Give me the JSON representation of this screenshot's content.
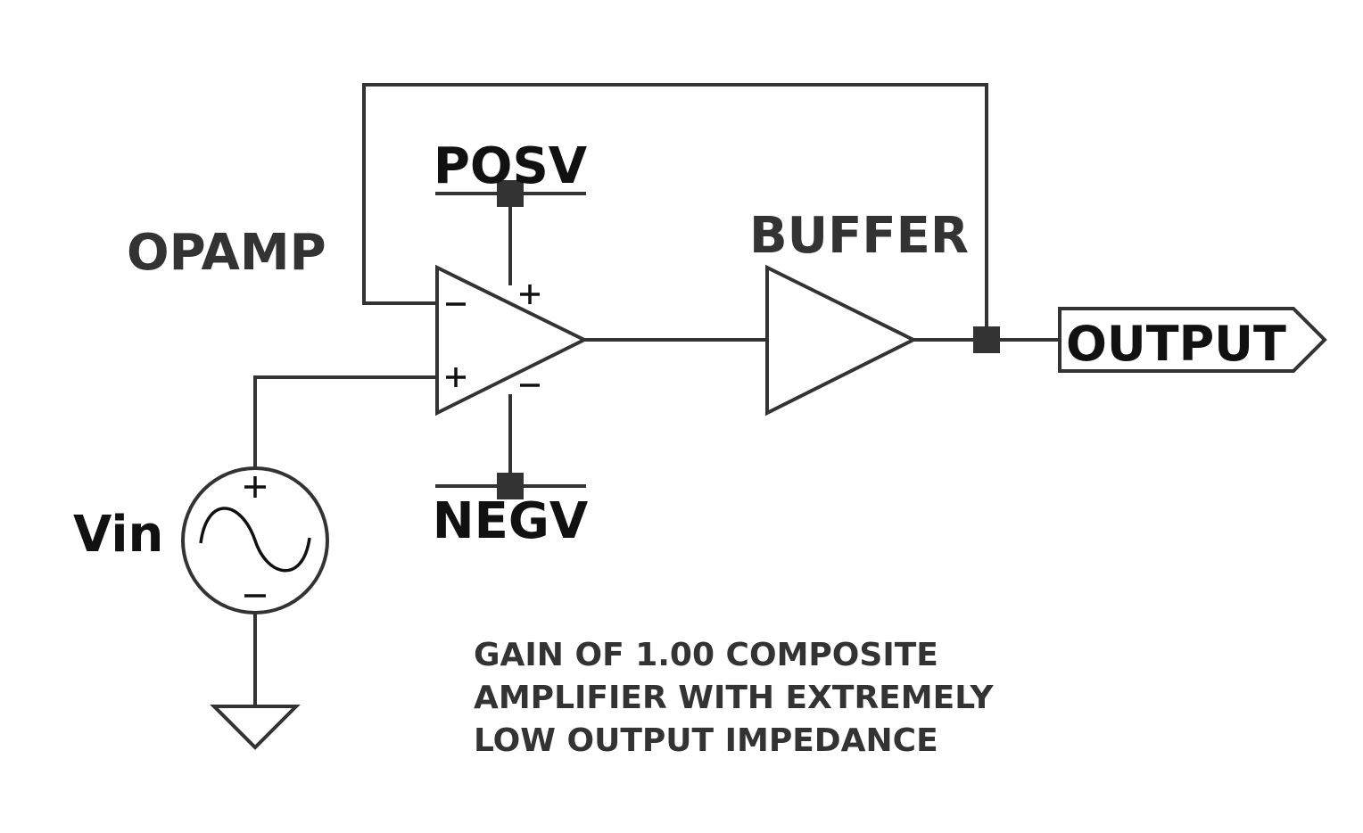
{
  "labels": {
    "posv": "POSV",
    "negv": "NEGV",
    "opamp": "OPAMP",
    "buffer": "BUFFER",
    "output": "OUTPUT",
    "vin": "Vin"
  },
  "note": {
    "line1": "GAIN OF 1.00 COMPOSITE",
    "line2": "AMPLIFIER WITH EXTREMELY",
    "line3": "LOW OUTPUT IMPEDANCE"
  },
  "colors": {
    "wire": "#333333",
    "label_dark": "#111111",
    "label_gray": "#333333"
  }
}
